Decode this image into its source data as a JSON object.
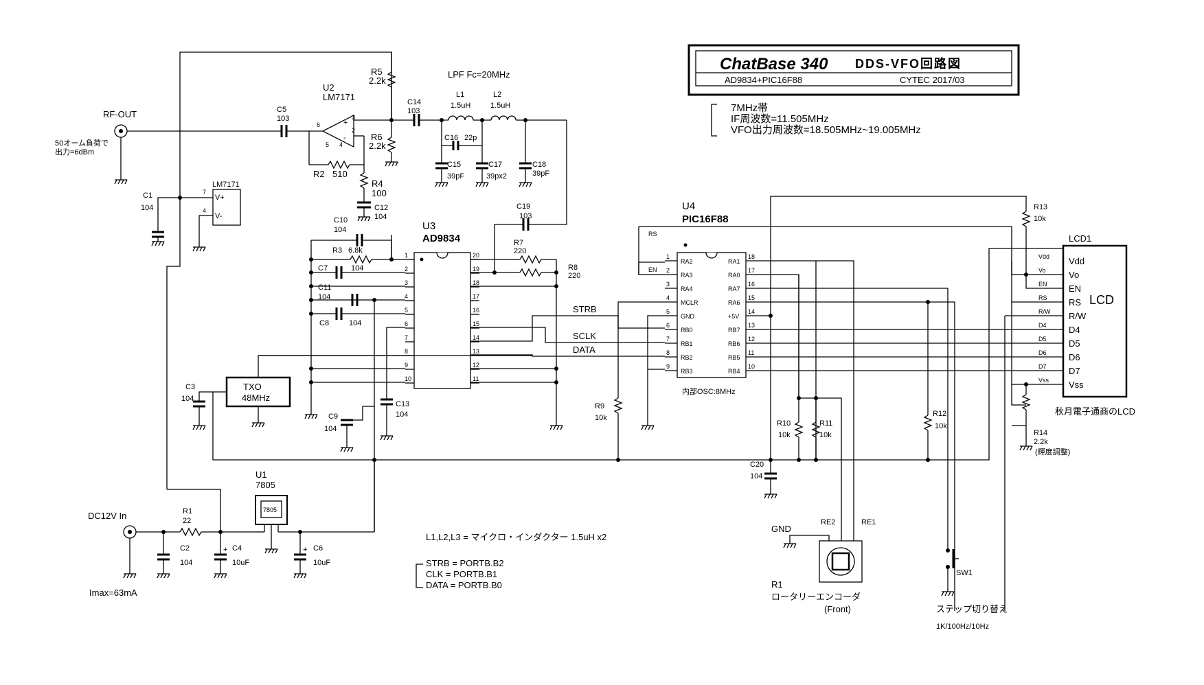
{
  "title_block": {
    "brand": "ChatBase 340",
    "subtitle": "DDS-VFO回路図",
    "parts": "AD9834+PIC16F88",
    "company": "CYTEC 2017/03"
  },
  "notes": {
    "band": "7MHz帯",
    "if_freq": "IF周波数=11.505MHz",
    "vfo_freq": "VFO出力周波数=18.505MHz~19.005MHz",
    "lpf": "LPF Fc=20MHz",
    "load": "50オーム負荷で",
    "output": "出力=6dBm",
    "inductors": "L1,L2,L3 = マイクロ・インダクター 1.5uH x2",
    "strb_map": "STRB = PORTB.B2",
    "clk_map": "CLK = PORTB.B1",
    "data_map": "DATA = PORTB.B0",
    "imax": "Imax=63mA",
    "osc": "内部OSC:8MHz",
    "lcd_source": "秋月電子通商のLCD",
    "contrast": "(輝度調整)",
    "encoder_name": "ロータリーエンコーダ",
    "encoder_front": "(Front)",
    "step": "ステップ切り替え",
    "step_values": "1K/100Hz/10Hz"
  },
  "connectors": {
    "rf_out": "RF-OUT",
    "dc_in": "DC12V In",
    "gnd": "GND"
  },
  "nets": {
    "strb": "STRB",
    "sclk": "SCLK",
    "data": "DATA"
  },
  "chips": {
    "u2": {
      "ref": "U2",
      "part": "LM7171",
      "pins": [
        "6",
        "3",
        "2",
        "5",
        "4"
      ]
    },
    "u2b": {
      "part": "LM7171",
      "pins": [
        "7",
        "4"
      ],
      "labels": [
        "V+",
        "V-"
      ]
    },
    "u3": {
      "ref": "U3",
      "part": "AD9834",
      "left_pins": [
        "1",
        "2",
        "3",
        "4",
        "5",
        "6",
        "7",
        "8",
        "9",
        "10"
      ],
      "right_pins": [
        "20",
        "19",
        "18",
        "17",
        "16",
        "15",
        "14",
        "13",
        "12",
        "11"
      ]
    },
    "u4": {
      "ref": "U4",
      "part": "PIC16F88",
      "left_pins": [
        "1",
        "2",
        "3",
        "4",
        "5",
        "6",
        "7",
        "8",
        "9"
      ],
      "left_labels": [
        "RA2",
        "RA3",
        "RA4",
        "MCLR",
        "GND",
        "RB0",
        "RB1",
        "RB2",
        "RB3"
      ],
      "right_pins": [
        "18",
        "17",
        "16",
        "15",
        "14",
        "13",
        "12",
        "11",
        "10"
      ],
      "right_labels": [
        "RA1",
        "RA0",
        "RA7",
        "RA6",
        "+5V",
        "RB7",
        "RB6",
        "RB5",
        "RB4"
      ],
      "ext_rs": "RS",
      "ext_en": "EN"
    },
    "u1": {
      "ref": "U1",
      "part": "7805",
      "marking": "7805"
    },
    "txo": {
      "name": "TXO",
      "freq": "48MHz"
    },
    "lcd": {
      "ref": "LCD1",
      "name": "LCD",
      "pins": [
        "Vdd",
        "Vo",
        "EN",
        "RS",
        "R/W",
        "D4",
        "D5",
        "D6",
        "D7",
        "Vss"
      ],
      "wires": [
        "Vdd",
        "Vo",
        "EN",
        "RS",
        "R/W",
        "D4",
        "D5",
        "D6",
        "D7",
        "Vss"
      ]
    },
    "r1_encoder": {
      "ref": "R1",
      "pins": [
        "RE2",
        "RE1"
      ]
    },
    "sw1": {
      "ref": "SW1"
    }
  },
  "components": {
    "r5": {
      "ref": "R5",
      "value": "2.2k"
    },
    "r6": {
      "ref": "R6",
      "value": "2.2k"
    },
    "r2": {
      "ref": "R2",
      "value": "510"
    },
    "r4": {
      "ref": "R4",
      "value": "100"
    },
    "r3": {
      "ref": "R3",
      "value": "6.8k"
    },
    "r7": {
      "ref": "R7",
      "value": "220"
    },
    "r8": {
      "ref": "R8",
      "value": "220"
    },
    "r9": {
      "ref": "R9",
      "value": "10k"
    },
    "r10": {
      "ref": "R10",
      "value": "10k"
    },
    "r11": {
      "ref": "R11",
      "value": "10k"
    },
    "r12": {
      "ref": "R12",
      "value": "10k"
    },
    "r13": {
      "ref": "R13",
      "value": "10k"
    },
    "r14": {
      "ref": "R14",
      "value": "2.2k"
    },
    "r1": {
      "ref": "R1",
      "value": "22"
    },
    "c1": {
      "ref": "C1",
      "value": "104"
    },
    "c2": {
      "ref": "C2",
      "value": "104"
    },
    "c3": {
      "ref": "C3",
      "value": "104"
    },
    "c4": {
      "ref": "C4",
      "value": "10uF"
    },
    "c5": {
      "ref": "C5",
      "value": "103"
    },
    "c6": {
      "ref": "C6",
      "value": "10uF"
    },
    "c7": {
      "ref": "C7",
      "value": "104"
    },
    "c8": {
      "ref": "C8",
      "value": "104"
    },
    "c9": {
      "ref": "C9",
      "value": "104"
    },
    "c10": {
      "ref": "C10",
      "value": "104"
    },
    "c11": {
      "ref": "C11",
      "value": "104"
    },
    "c12": {
      "ref": "C12",
      "value": "104"
    },
    "c13": {
      "ref": "C13",
      "value": "104"
    },
    "c14": {
      "ref": "C14",
      "value": "103"
    },
    "c15": {
      "ref": "C15",
      "value": "39pF"
    },
    "c16": {
      "ref": "C16",
      "value": "22p"
    },
    "c17": {
      "ref": "C17",
      "value": "39px2"
    },
    "c18": {
      "ref": "C18",
      "value": "39pF"
    },
    "c19": {
      "ref": "C19",
      "value": "103"
    },
    "c20": {
      "ref": "C20",
      "value": "104"
    },
    "l1": {
      "ref": "L1",
      "value": "1.5uH"
    },
    "l2": {
      "ref": "L2",
      "value": "1.5uH"
    }
  }
}
